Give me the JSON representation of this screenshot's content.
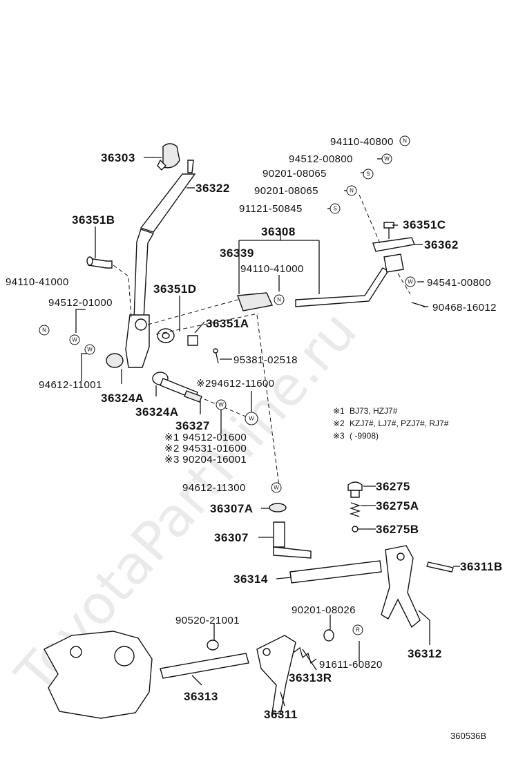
{
  "watermark": "ToyotaPartMine.ru",
  "reference_code": "360536B",
  "notes": [
    {
      "mark": "※1",
      "text": "BJ73, HZJ7#"
    },
    {
      "mark": "※2",
      "text": "KZJ7#, LJ7#, PZJ7#, RJ7#"
    },
    {
      "mark": "※3",
      "text": "(        -9908)"
    }
  ],
  "labels": {
    "p36303": "36303",
    "p36322": "36322",
    "p36351B": "36351B",
    "p94110_41000_left": "94110-41000",
    "p94512_01000": "94512-01000",
    "p94612_11001": "94612-11001",
    "p36324A_1": "36324A",
    "p36324A_2": "36324A",
    "p36351D": "36351D",
    "p36351A": "36351A",
    "p95381_02518": "95381-02518",
    "p94612_11600": "※294612-11600",
    "p36327": "36327",
    "p94512_01600": "※1 94512-01600",
    "p94531_01600": "※2 94531-01600",
    "p90204_16001": "※3 90204-16001",
    "p94612_11300": "94612-11300",
    "p36308": "36308",
    "p36339": "36339",
    "p94110_41000_mid": "94110-41000",
    "p94110_40800": "94110-40800",
    "p94512_00800": "94512-00800",
    "p90201_08065_a": "90201-08065",
    "p90201_08065_b": "90201-08065",
    "p91121_50845": "91121-50845",
    "p36351C": "36351C",
    "p36362": "36362",
    "p94541_00800": "94541-00800",
    "p90468_16012": "90468-16012",
    "p36275": "36275",
    "p36275A": "36275A",
    "p36275B": "36275B",
    "p36307A": "36307A",
    "p36307": "36307",
    "p36314": "36314",
    "p36311B": "36311B",
    "p36312": "36312",
    "p90520_21001": "90520-21001",
    "p90201_08026": "90201-08026",
    "p91611_60820": "91611-60820",
    "p36313": "36313",
    "p36313R": "36313R",
    "p36311": "36311"
  },
  "symbols": {
    "N": "N",
    "W": "W",
    "S": "S",
    "R": "R"
  }
}
